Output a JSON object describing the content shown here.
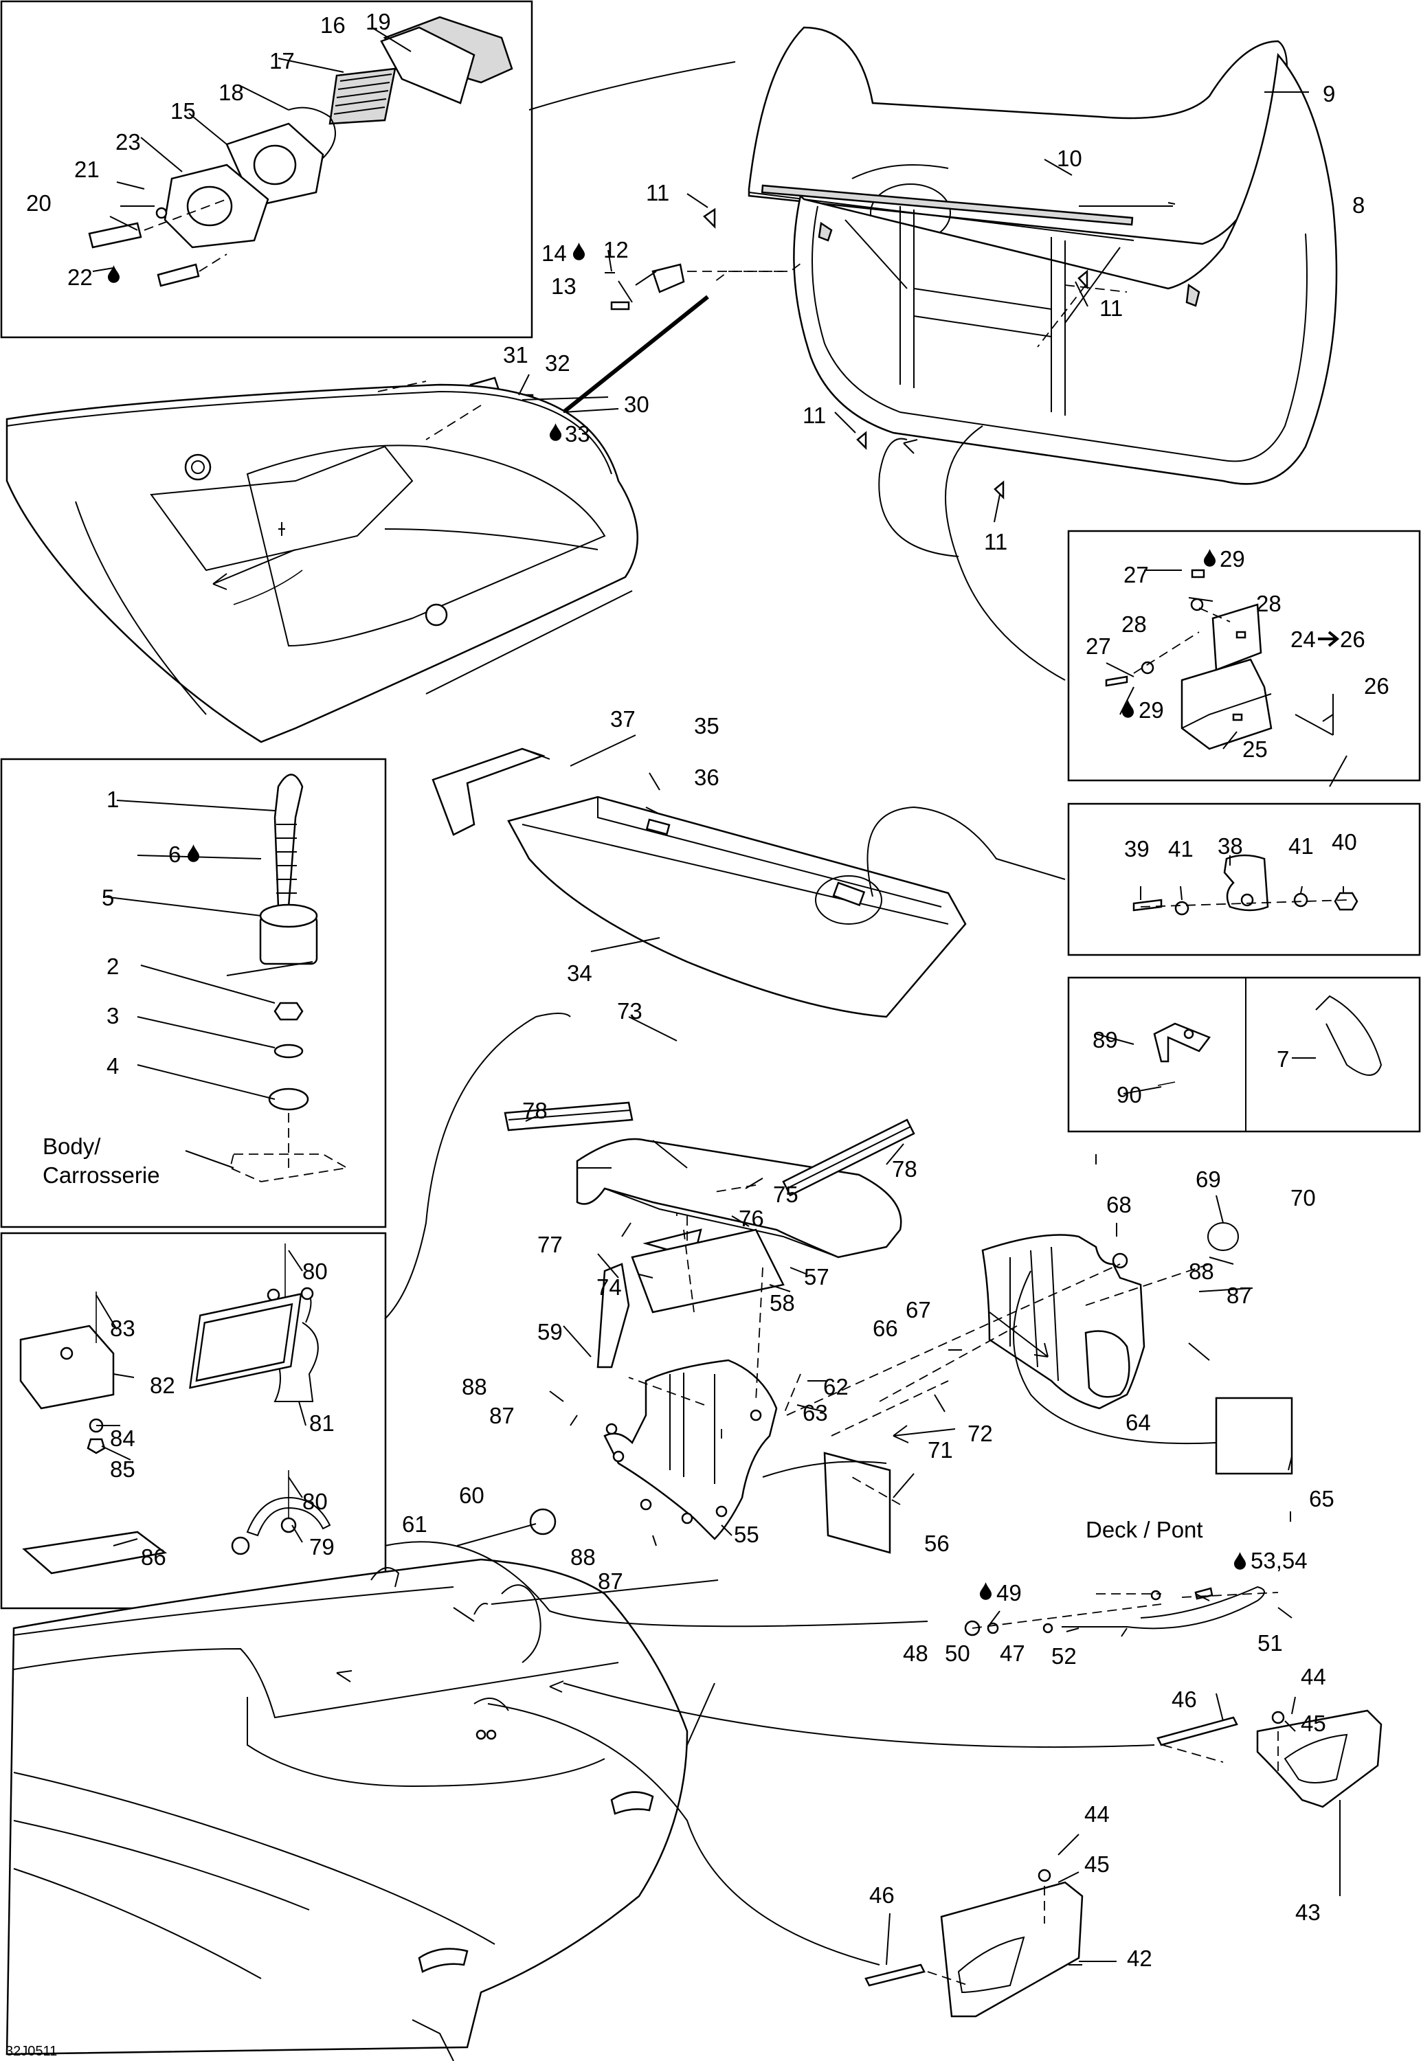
{
  "diagram_code": "32J0511",
  "drop_icon": "oil-drop-icon",
  "arrow_icon": "right-arrow-icon",
  "callouts": {
    "c1": "1",
    "c2": "2",
    "c3": "3",
    "c4": "4",
    "c5": "5",
    "c6": "6",
    "c7": "7",
    "c8": "8",
    "c9": "9",
    "c10": "10",
    "c11": "11",
    "c12": "12",
    "c13": "13",
    "c14": "14",
    "c15": "15",
    "c16": "16",
    "c17": "17",
    "c18": "18",
    "c19": "19",
    "c20": "20",
    "c21": "21",
    "c22": "22",
    "c23": "23",
    "c24": "24",
    "c25": "25",
    "c26": "26",
    "c27": "27",
    "c28": "28",
    "c29": "29",
    "c30": "30",
    "c31": "31",
    "c32": "32",
    "c33": "33",
    "c34": "34",
    "c35": "35",
    "c36": "36",
    "c37": "37",
    "c38": "38",
    "c39": "39",
    "c40": "40",
    "c41": "41",
    "c42": "42",
    "c43": "43",
    "c44": "44",
    "c45": "45",
    "c46": "46",
    "c47": "47",
    "c48": "48",
    "c49": "49",
    "c50": "50",
    "c51": "51",
    "c52": "52",
    "c5354": "53,54",
    "c55": "55",
    "c56": "56",
    "c57": "57",
    "c58": "58",
    "c59": "59",
    "c60": "60",
    "c61": "61",
    "c62": "62",
    "c63": "63",
    "c64": "64",
    "c65": "65",
    "c66": "66",
    "c67": "67",
    "c68": "68",
    "c69": "69",
    "c70": "70",
    "c71": "71",
    "c72": "72",
    "c73": "73",
    "c74": "74",
    "c75": "75",
    "c76": "76",
    "c77": "77",
    "c78": "78",
    "c79": "79",
    "c80": "80",
    "c81": "81",
    "c82": "82",
    "c83": "83",
    "c84": "84",
    "c85": "85",
    "c86": "86",
    "c87": "87",
    "c88": "88",
    "c89": "89",
    "c90": "90"
  },
  "notes": {
    "body_line1": "Body/",
    "body_line2": "Carrosserie",
    "deck": "Deck / Pont"
  }
}
